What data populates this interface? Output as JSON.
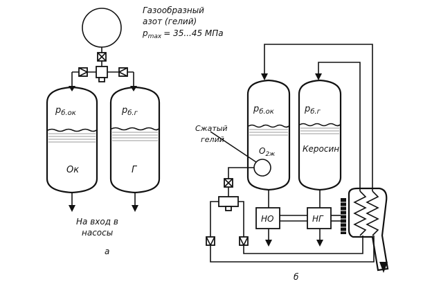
{
  "labels": {
    "gas_line1": "Газообразный",
    "gas_line2": "азот (гелий)",
    "pressure_p": "p",
    "pressure_sub": "max",
    "pressure_value": "= 35...45 МПа",
    "a_tank_ox_p": "p",
    "a_tank_ox_sub": "б.ок",
    "a_tank_fuel_p": "p",
    "a_tank_fuel_sub": "б.г",
    "a_tank_ox_content": "Ок",
    "a_tank_fuel_content": "Г",
    "pump_inlet_line1": "На вход в",
    "pump_inlet_line2": "насосы",
    "caption_a": "а",
    "b_tank_ox_p": "p",
    "b_tank_ox_sub": "б.ок",
    "b_tank_fuel_p": "p",
    "b_tank_fuel_sub": "б.г",
    "compressed_line1": "Сжатый",
    "compressed_line2": "гелий",
    "b_tank_ox_content_o": "O",
    "b_tank_ox_content_sub": "2ж",
    "b_tank_fuel_content": "Керосин",
    "pump_ox": "НО",
    "pump_fuel": "НГ",
    "caption_b": "б"
  }
}
